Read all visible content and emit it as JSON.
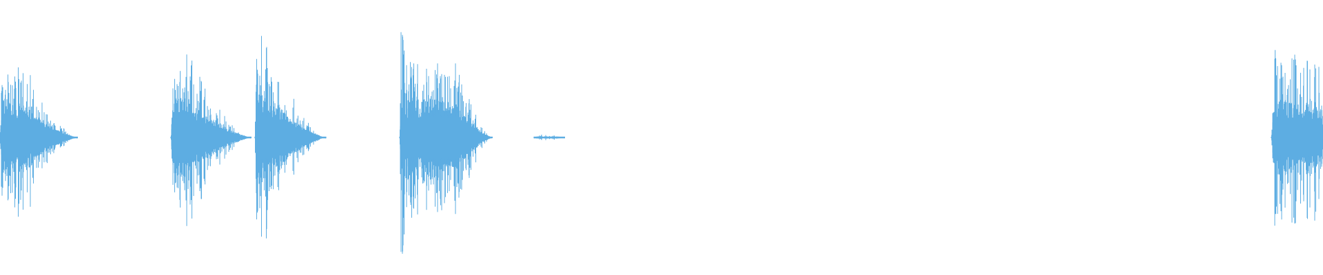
{
  "waveform": {
    "color": "#5dade2",
    "background": "#ffffff",
    "duration_s": 19.2,
    "clips": [
      {
        "start_s": 0.0,
        "end_s": 1.13,
        "peak": 0.8,
        "attack_s": 0.03,
        "sustain_s": 0.35,
        "density": 1.0
      },
      {
        "start_s": 2.48,
        "end_s": 3.65,
        "peak": 0.82,
        "attack_s": 0.03,
        "sustain_s": 0.3,
        "density": 1.0
      },
      {
        "start_s": 3.7,
        "end_s": 4.73,
        "peak": 0.88,
        "attack_s": 0.03,
        "sustain_s": 0.28,
        "density": 1.0
      },
      {
        "start_s": 5.8,
        "end_s": 7.15,
        "peak": 0.87,
        "attack_s": 0.02,
        "sustain_s": 0.8,
        "density": 1.0
      },
      {
        "start_s": 7.75,
        "end_s": 8.2,
        "peak": 0.03,
        "attack_s": 0.05,
        "sustain_s": 0.3,
        "density": 0.35
      },
      {
        "start_s": 18.45,
        "end_s": 19.2,
        "peak": 0.75,
        "attack_s": 0.03,
        "sustain_s": 0.72,
        "density": 1.0
      }
    ]
  }
}
